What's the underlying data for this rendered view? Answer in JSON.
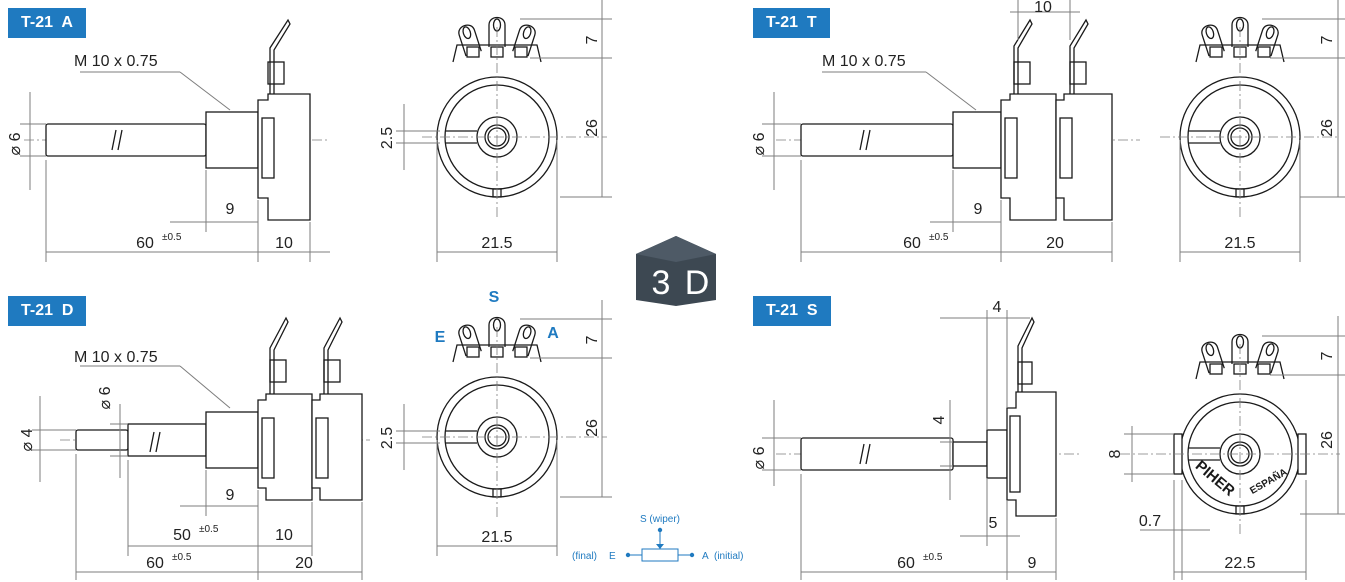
{
  "panels": {
    "a": {
      "tag": "T-21  A",
      "thread": "M 10 x 0.75",
      "dia": "⌀ 6",
      "d9": "9",
      "d60": "60",
      "tol": "±0.5",
      "d10": "10",
      "front": {
        "d7": "7",
        "d26": "26",
        "d25": "2.5",
        "d215": "21.5"
      }
    },
    "t": {
      "tag": "T-21  T",
      "thread": "M 10 x 0.75",
      "dia": "⌀ 6",
      "d10": "10",
      "d9": "9",
      "d60": "60",
      "tol": "±0.5",
      "d20": "20",
      "front": {
        "d7": "7",
        "d26": "26",
        "d215": "21.5"
      }
    },
    "d": {
      "tag": "T-21  D",
      "thread": "M 10 x 0.75",
      "dia6": "⌀ 6",
      "dia4": "⌀ 4",
      "d9": "9",
      "d50": "50",
      "d60": "60",
      "tol": "±0.5",
      "d10": "10",
      "d20": "20",
      "front": {
        "d7": "7",
        "d26": "26",
        "d25": "2.5",
        "d215": "21.5",
        "s": "S",
        "e": "E",
        "a": "A"
      }
    },
    "s": {
      "tag": "T-21  S",
      "dia": "⌀ 6",
      "d4a": "4",
      "d4b": "4",
      "d5": "5",
      "d60": "60",
      "tol": "±0.5",
      "d9": "9",
      "front": {
        "d7": "7",
        "d26": "26",
        "d8": "8",
        "d07": "0.7",
        "d225": "22.5",
        "brand": "PIHER",
        "country": "ESPAÑA"
      }
    }
  },
  "badge": {
    "left": "3",
    "right": "D"
  },
  "schematic": {
    "wiper": "S (wiper)",
    "final": "(final)",
    "e": "E",
    "a": "A",
    "initial": "(initial)"
  },
  "colors": {
    "accent": "#1f7ac0",
    "line": "#7d7d7d",
    "part": "#1a1a1a"
  }
}
